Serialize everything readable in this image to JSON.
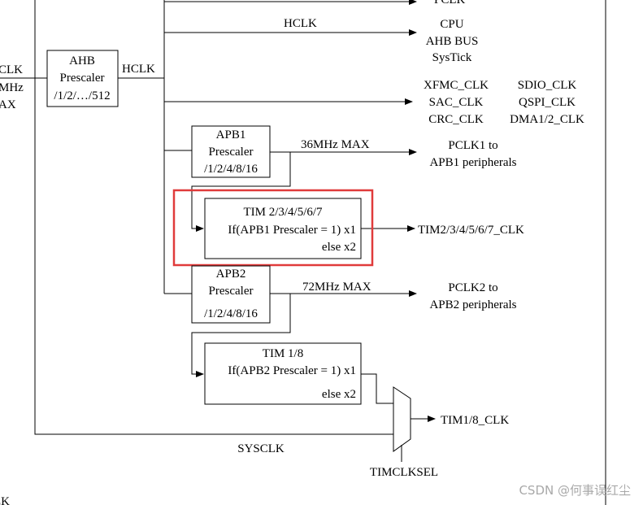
{
  "left_edge": {
    "clk_top": "CLK",
    "mhz": "MHz",
    "max": "AX",
    "clk_bottom": "LK"
  },
  "top_cut_label": "PCLK",
  "ahb": {
    "title": "AHB",
    "sub": "Prescaler",
    "div": "/1/2/…/512",
    "out": "HCLK"
  },
  "hclk_line_label": "HCLK",
  "cpu_targets": [
    "CPU",
    "AHB BUS",
    "SysTick"
  ],
  "periph_col1": [
    "XFMC_CLK",
    "SAC_CLK",
    "CRC_CLK"
  ],
  "periph_col2": [
    "SDIO_CLK",
    "QSPI_CLK",
    "DMA1/2_CLK"
  ],
  "apb1": {
    "title": "APB1",
    "sub": "Prescaler",
    "div": "/1/2/4/8/16",
    "max": "36MHz MAX",
    "out1": "PCLK1 to",
    "out2": "APB1 peripherals"
  },
  "tim_apb1": {
    "title": "TIM 2/3/4/5/6/7",
    "rule": "If(APB1 Prescaler = 1) x1",
    "else": "else x2",
    "out": "TIM2/3/4/5/6/7_CLK"
  },
  "apb2": {
    "title": "APB2",
    "sub": "Prescaler",
    "div": "/1/2/4/8/16",
    "max": "72MHz MAX",
    "out1": "PCLK2 to",
    "out2": "APB2 peripherals"
  },
  "tim_apb2": {
    "title": "TIM 1/8",
    "rule": "If(APB2 Prescaler = 1) x1",
    "else": "else x2",
    "out": "TIM1/8_CLK"
  },
  "sysclk": "SYSCLK",
  "mux_sel": "TIMCLKSEL",
  "watermark": "CSDN @何事误红尘",
  "colors": {
    "highlight": "#e03b3b",
    "line": "#000000",
    "watermark": "#a9a9a9"
  }
}
